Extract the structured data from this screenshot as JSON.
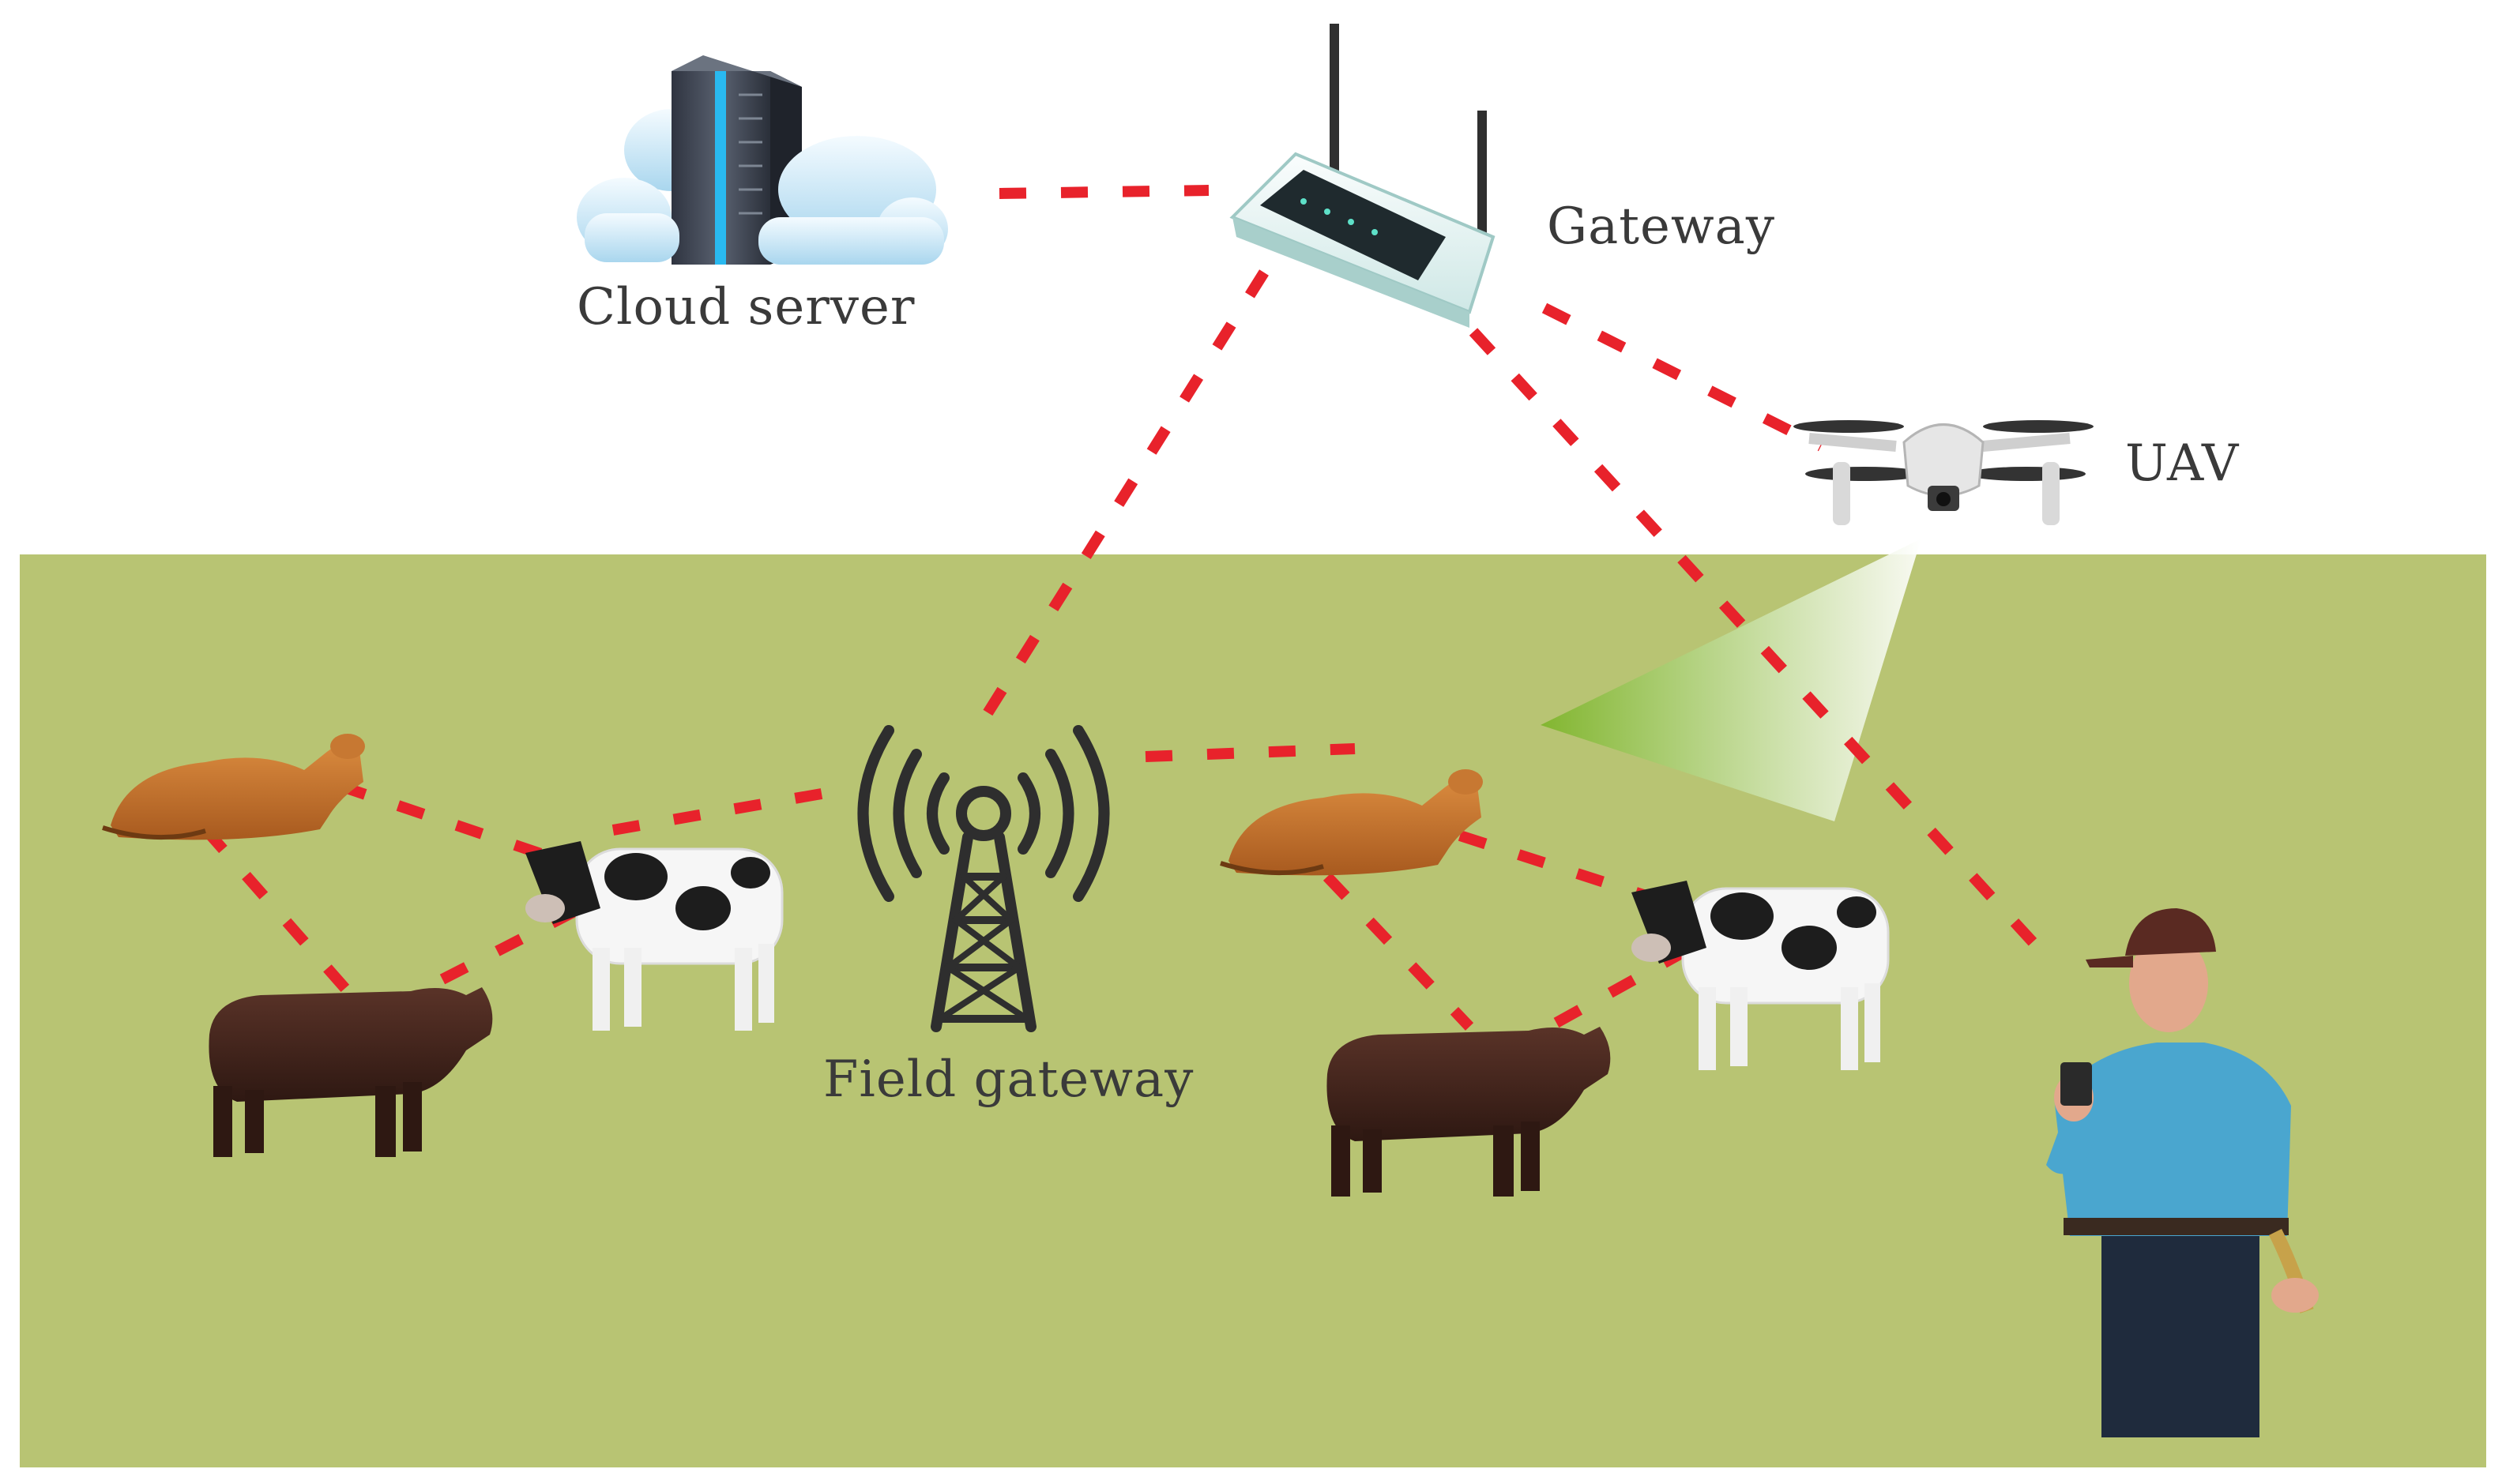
{
  "labels": {
    "cloud_server": "Cloud server",
    "gateway": "Gateway",
    "uav": "UAV",
    "field_gateway": "Field gateway"
  },
  "colors": {
    "field": "#b8c473",
    "link": "#e8222b",
    "tower": "#2e2e2e",
    "uav_beam": "#8fbf3f"
  },
  "icons": {
    "cloud_server": "cloud-server-icon",
    "gateway": "wifi-router-icon",
    "uav": "drone-icon",
    "field_gateway": "radio-tower-icon",
    "farmer": "farmer-with-phone-icon",
    "animals": [
      "lying-cow-icon",
      "holstein-cow-icon",
      "brown-bull-icon"
    ]
  }
}
